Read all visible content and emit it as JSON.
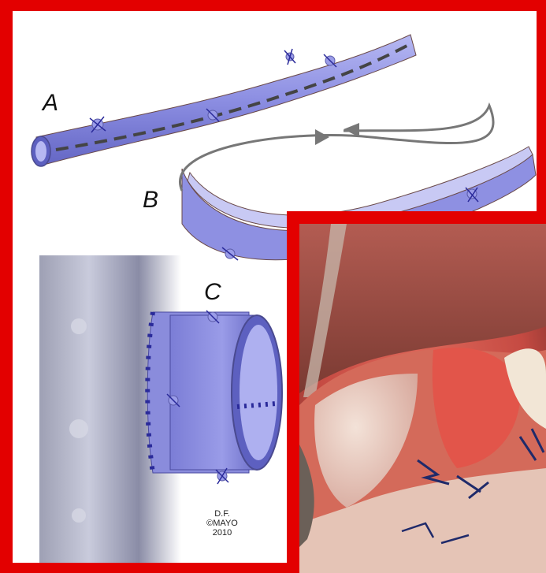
{
  "panel_labels": {
    "a": "A",
    "b": "B",
    "c": "C"
  },
  "credit": {
    "line1": "D.F.",
    "line2": "©MAYO",
    "line3": "2010"
  },
  "colors": {
    "frame": "#e30000",
    "vessel": "#8d8fe0",
    "vessel_dark": "#5d5fb8",
    "dashed_line": "#444444",
    "arrow": "#777777",
    "suture": "#2a2a9a",
    "tissue": "#c9514a"
  }
}
